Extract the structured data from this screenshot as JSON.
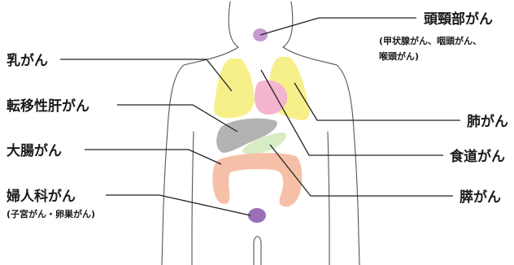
{
  "labels": {
    "head_neck": "頭頸部がん",
    "head_neck_sub_1": "(甲状腺がん、咽頭がん、",
    "head_neck_sub_2": "喉頭がん)",
    "breast": "乳がん",
    "liver_metastasis": "転移性肝がん",
    "colorectal": "大腸がん",
    "gynecologic": "婦人科がん",
    "gynecologic_sub": "(子宮がん・卵巣がん)",
    "lung": "肺がん",
    "esophagus": "食道がん",
    "pancreas": "膵がん"
  },
  "colors": {
    "lungs": "#f7f08a",
    "heart": "#f4b6cf",
    "liver": "#b3b3b3",
    "pancreas": "#d7ecc2",
    "colon": "#f6c0a8",
    "throat_dot": "#c79ad0",
    "uterus_dot": "#9a6fb8",
    "outline": "#555555",
    "leader": "#222222"
  }
}
